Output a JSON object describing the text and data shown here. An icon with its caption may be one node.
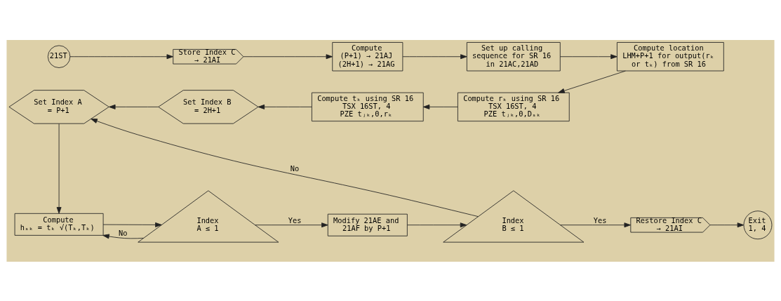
{
  "diagram": {
    "nodes": [
      {
        "text": [
          "21ST"
        ]
      },
      {
        "text": [
          "Store Index C",
          "→ 21AI"
        ]
      },
      {
        "text": [
          "Compute",
          "(P+1) → 21AJ",
          "(2H+1) → 21AG"
        ]
      },
      {
        "text": [
          "Set up calling sequence for SR 16 in 21AC,21AD"
        ]
      },
      {
        "text": [
          "Compute location LHM+P+1 for output(rₖ or tₖ) from SR 16"
        ]
      },
      {
        "text": [
          "Compute rₖ using SR 16",
          "TSX 16ST, 4",
          "PZE tⱼₖ,0,Dₛₖ"
        ]
      },
      {
        "text": [
          "Compute tₖ using SR 16",
          "TSX 16ST, 4",
          "PZE tⱼₖ,0,rₖ"
        ]
      },
      {
        "text": [
          "Set Index B",
          "= 2H+1"
        ]
      },
      {
        "text": [
          "Set Index A",
          "= P+1"
        ]
      },
      {
        "text": [
          "Compute",
          "hₛₖ = tₖ √(Tₖ,Tₖ)"
        ]
      },
      {
        "text": [
          "Index A ≤ 1"
        ]
      },
      {
        "text": [
          "Modify 21AE and 21AF by P+1"
        ]
      },
      {
        "text": [
          "Index B ≤ 1"
        ]
      },
      {
        "text": [
          "Restore Index C",
          "→ 21AI"
        ]
      },
      {
        "text": [
          "Exit 1, 4"
        ]
      }
    ],
    "edges": [
      {
        "from": 0,
        "to": 1,
        "arrow": "to"
      },
      {
        "from": 1,
        "to": 2,
        "arrow": "to"
      },
      {
        "from": 2,
        "to": 3,
        "arrow": "to"
      },
      {
        "from": 3,
        "to": 4,
        "arrow": "to"
      },
      {
        "from": 4,
        "to": 5,
        "arrow": "to"
      },
      {
        "from": 5,
        "to": 6,
        "arrow": "to"
      },
      {
        "from": 6,
        "to": 7,
        "arrow": "to"
      },
      {
        "from": 7,
        "to": 8,
        "arrow": "to"
      },
      {
        "from": 8,
        "to": 9,
        "arrow": "to"
      },
      {
        "from": 9,
        "to": 10,
        "arrow": "to"
      },
      {
        "from": 10,
        "to": 9,
        "arrow": "to",
        "label": "No"
      },
      {
        "from": 10,
        "to": 11,
        "arrow": "to",
        "label": "Yes"
      },
      {
        "from": 11,
        "to": 12,
        "arrow": "to"
      },
      {
        "from": 12,
        "to": 8,
        "arrow": "to",
        "label": "No"
      },
      {
        "from": 12,
        "to": 13,
        "arrow": "to",
        "label": "Yes"
      },
      {
        "from": 13,
        "to": 14,
        "arrow": "to"
      }
    ]
  }
}
